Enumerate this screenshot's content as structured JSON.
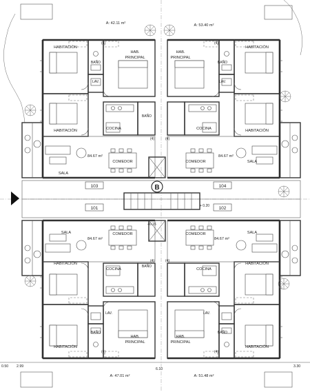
{
  "rooms": {
    "habitacion": "HABITACIÓN",
    "bano": "BAÑO",
    "lav": "LAV.",
    "hab_principal_1": "HAB.",
    "hab_principal_2": "PRINCIPAL",
    "cocina": "COCINA",
    "comedor": "COMEDOR",
    "sala": "SALA"
  },
  "unit_area": "84.67 m²",
  "exterior_areas": {
    "top_left": "A: 42.11 m²",
    "top_right": "A: 53.40 m²",
    "bottom_left": "A: 47.01 m²",
    "bottom_right": "A: 51.48 m²"
  },
  "units": {
    "u101": "101",
    "u102": "102",
    "u103": "103",
    "u104": "104"
  },
  "core_label": "B",
  "levels": {
    "stair": "+ 0.20",
    "hall": "+0.15"
  },
  "dimensions": {
    "left_a": "0.50",
    "left_b": "2.99",
    "right": "3.30",
    "center": "6.10"
  },
  "markers": {
    "closet": "(4)"
  }
}
